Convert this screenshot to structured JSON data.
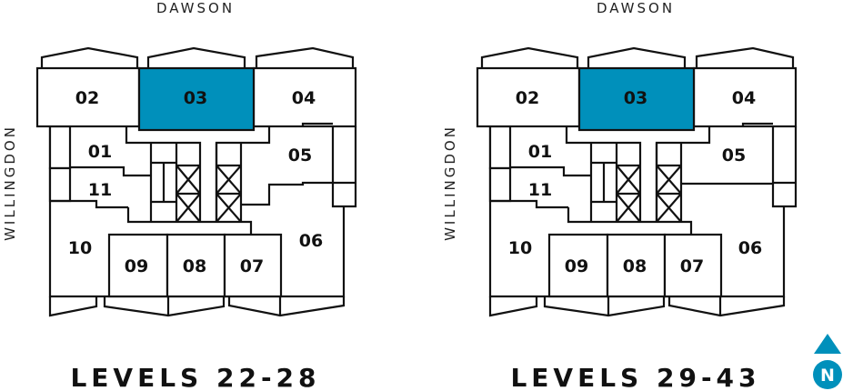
{
  "accent_color": "#0090bb",
  "plans": [
    {
      "title": "LEVELS 22-28",
      "street_top": "DAWSON",
      "street_left": "WILLINGDON",
      "highlighted_unit": "03",
      "units": [
        "01",
        "02",
        "03",
        "04",
        "05",
        "06",
        "07",
        "08",
        "09",
        "10",
        "11"
      ]
    },
    {
      "title": "LEVELS 29-43",
      "street_top": "DAWSON",
      "street_left": "WILLINGDON",
      "highlighted_unit": "03",
      "units": [
        "01",
        "02",
        "03",
        "04",
        "05",
        "06",
        "07",
        "08",
        "09",
        "10",
        "11"
      ]
    }
  ],
  "compass": {
    "label": "N",
    "icon": "north-arrow-icon"
  }
}
